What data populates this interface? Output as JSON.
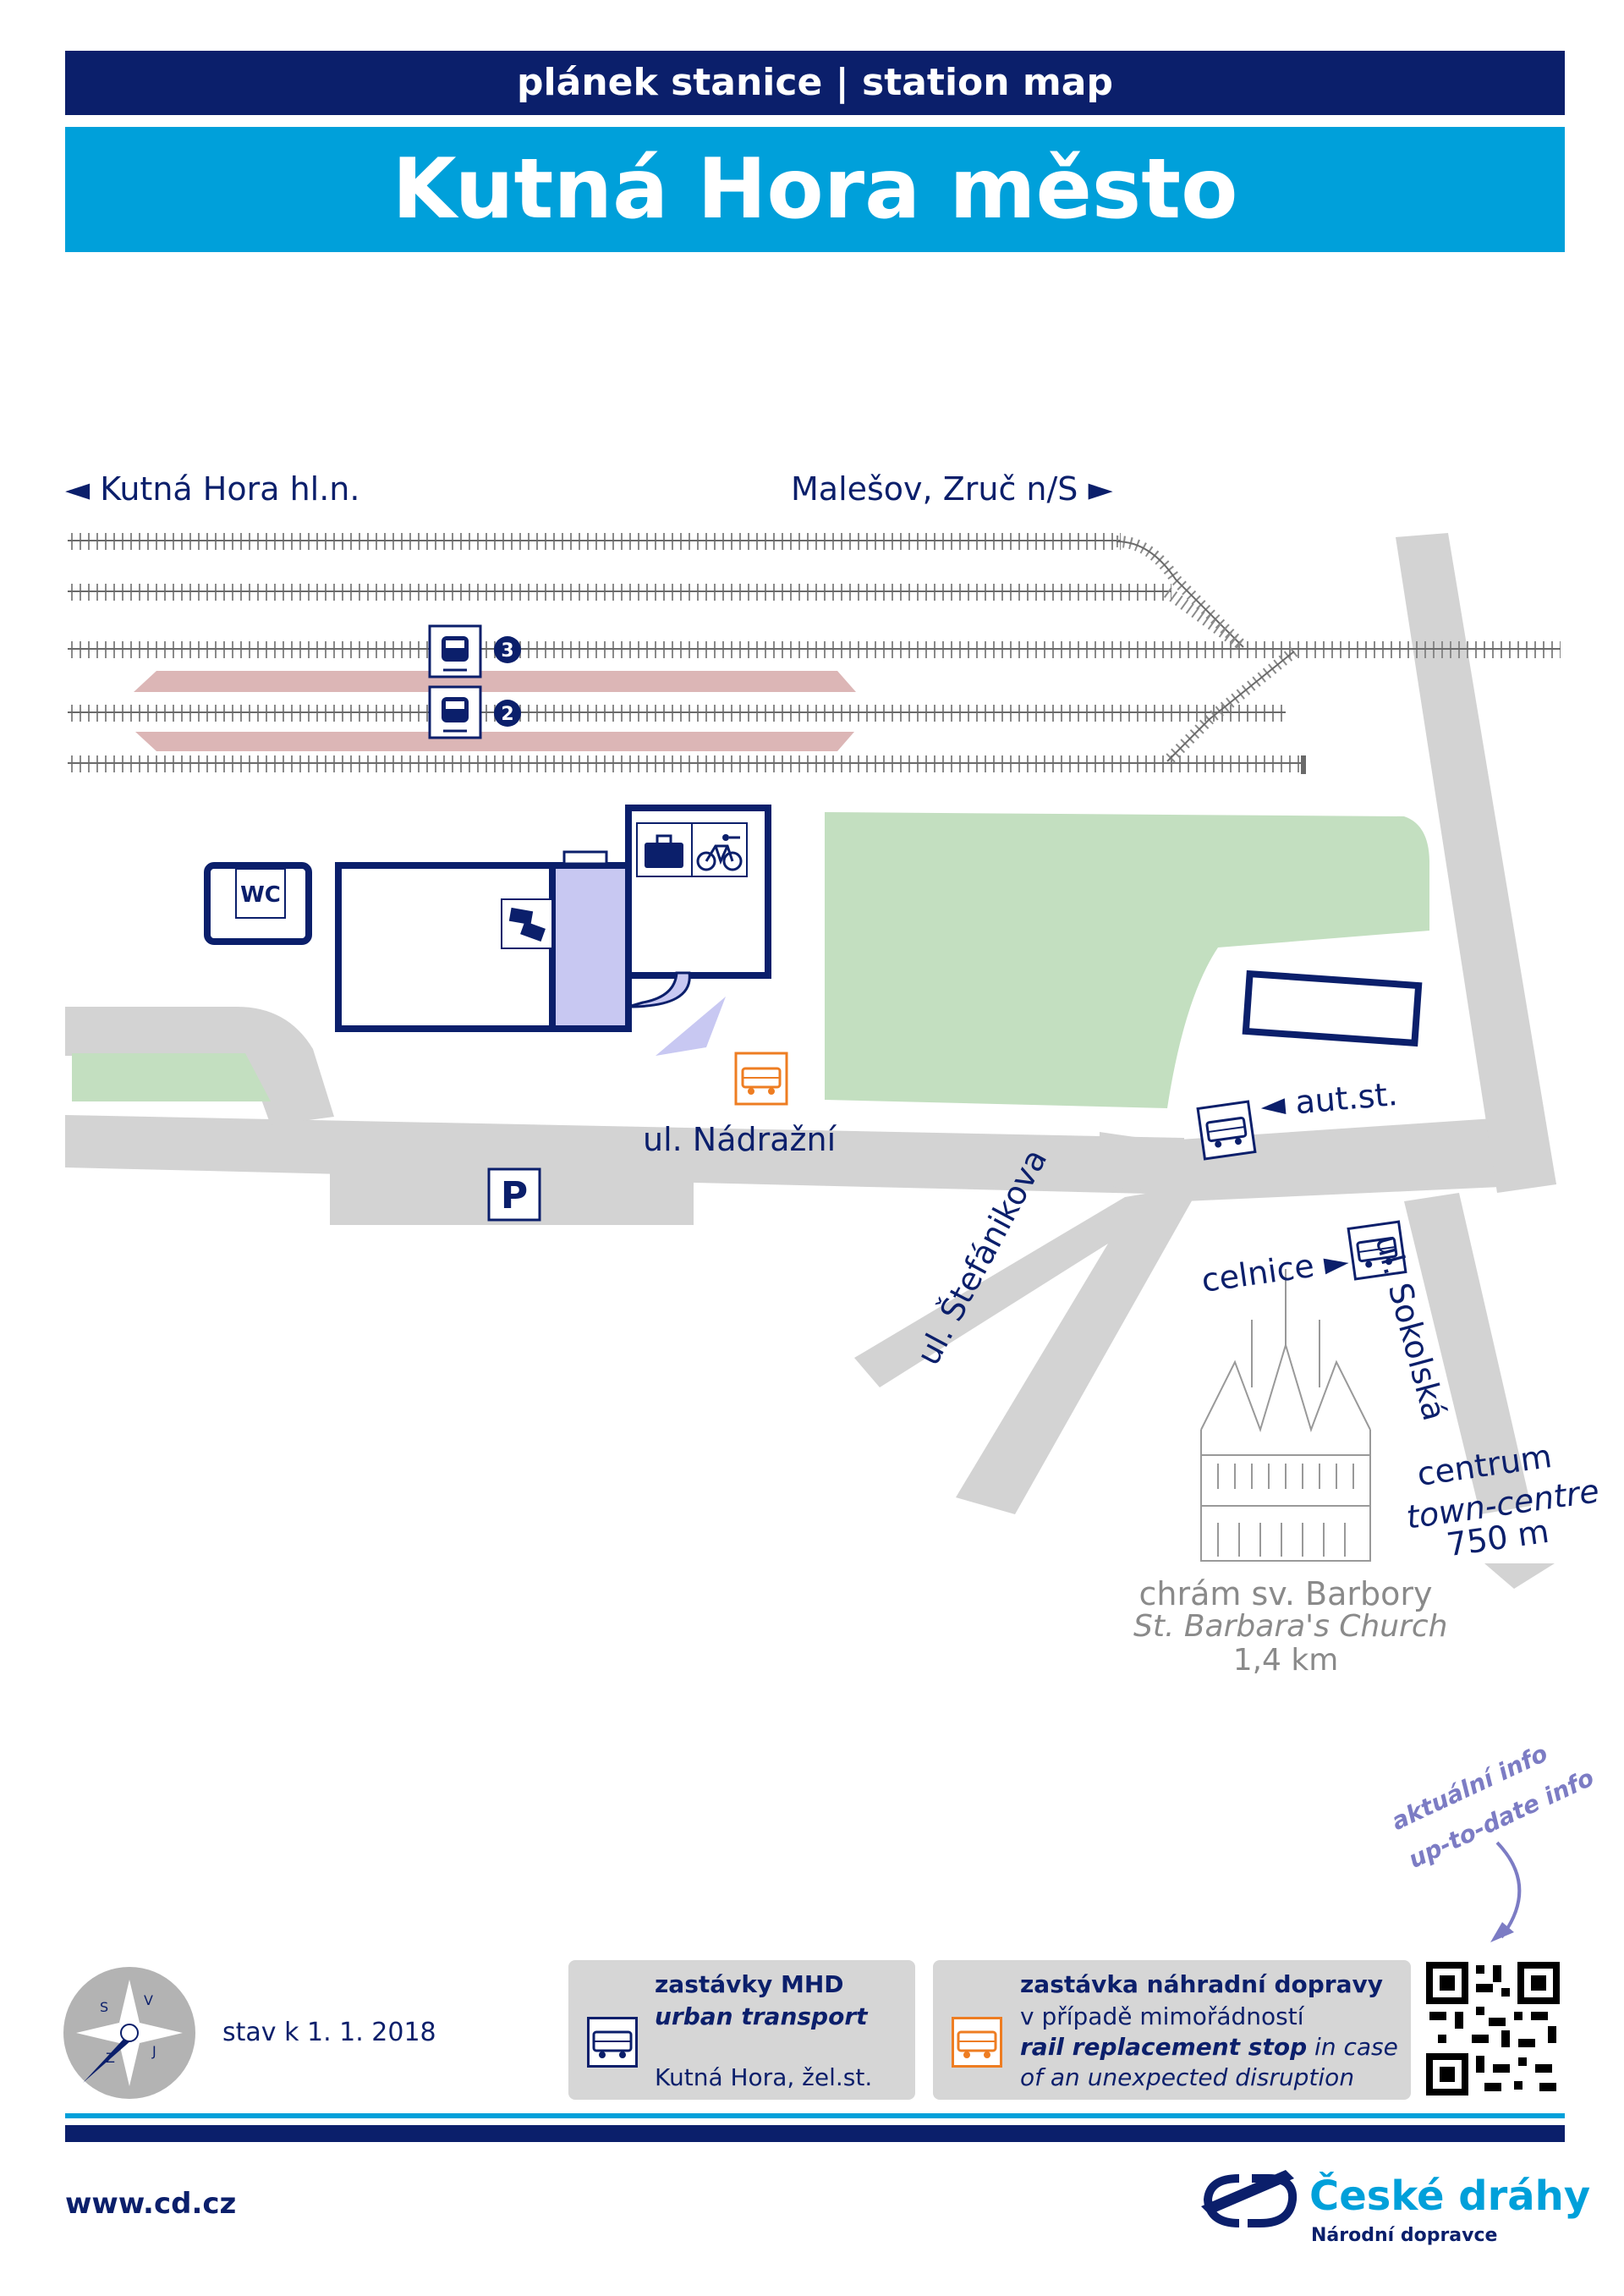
{
  "header": {
    "subtitle": "plánek stanice | station map",
    "title": "Kutná Hora město"
  },
  "directions": {
    "left": "◄ Kutná Hora hl.n.",
    "right": "Malešov, Zruč n/S ►"
  },
  "platforms": [
    {
      "track": "3"
    },
    {
      "track": "2"
    }
  ],
  "facilities": {
    "wc": "WC",
    "parking": "P"
  },
  "streets": {
    "nadrazni": "ul. Nádražní",
    "stefanikova": "ul. Štefánikova",
    "sokolska": "ul. Sokolská"
  },
  "stops": {
    "aut_st": "◄ aut.st.",
    "celnice": "celnice ►"
  },
  "centrum": {
    "cz": "centrum",
    "en": "town-centre",
    "dist": "750 m"
  },
  "church": {
    "cz": "chrám sv. Barbory",
    "en": "St. Barbara's Church",
    "dist": "1,4 km"
  },
  "info": {
    "cz": "aktuální info",
    "en": "up-to-date info"
  },
  "footer": {
    "date": "stav k 1. 1. 2018",
    "mhd_title": "zastávky MHD",
    "mhd_en": "urban transport",
    "mhd_stop": "Kutná Hora, žel.st.",
    "nd_title": "zastávka náhradní dopravy",
    "nd_line1": "v případě mimořádností",
    "nd_line2_bold": "rail replacement stop",
    "nd_line2_rest": " in case",
    "nd_line3": "of an unexpected disruption",
    "url": "www.cd.cz",
    "brand": "České dráhy",
    "brand_sub": "Národní dopravce"
  },
  "compass": {
    "letters": [
      "V",
      "J",
      "Z",
      "S"
    ]
  },
  "colors": {
    "navy": "#0b1f6b",
    "cyan": "#00a0da",
    "road": "#d3d3d3",
    "green": "#c3dfc0",
    "platform": "#dcb6b6",
    "hall": "#c8c8f2",
    "orange": "#ee7d22"
  },
  "icons": [
    "train-icon",
    "wc-icon",
    "parking-icon",
    "luggage-icon",
    "bicycle-icon",
    "ticket-machine-icon",
    "bus-icon",
    "replacement-bus-icon",
    "compass-icon",
    "qr-code-icon",
    "cd-logo-icon",
    "church-icon"
  ]
}
